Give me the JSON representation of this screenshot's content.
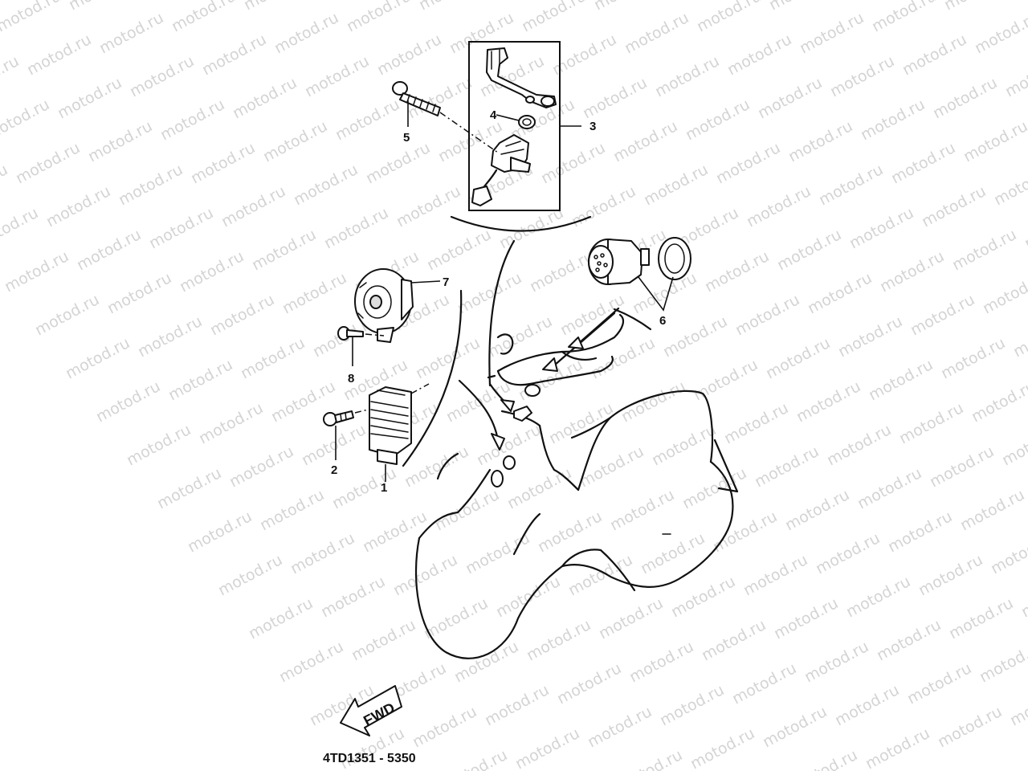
{
  "watermark": {
    "text": "motod.ru"
  },
  "callouts": {
    "c1": "1",
    "c2": "2",
    "c3": "3",
    "c4": "4",
    "c5": "5",
    "c6": "6",
    "c7": "7",
    "c8": "8"
  },
  "direction_arrow": {
    "label": "FWD"
  },
  "diagram_code": "4TD1351 - 5350"
}
